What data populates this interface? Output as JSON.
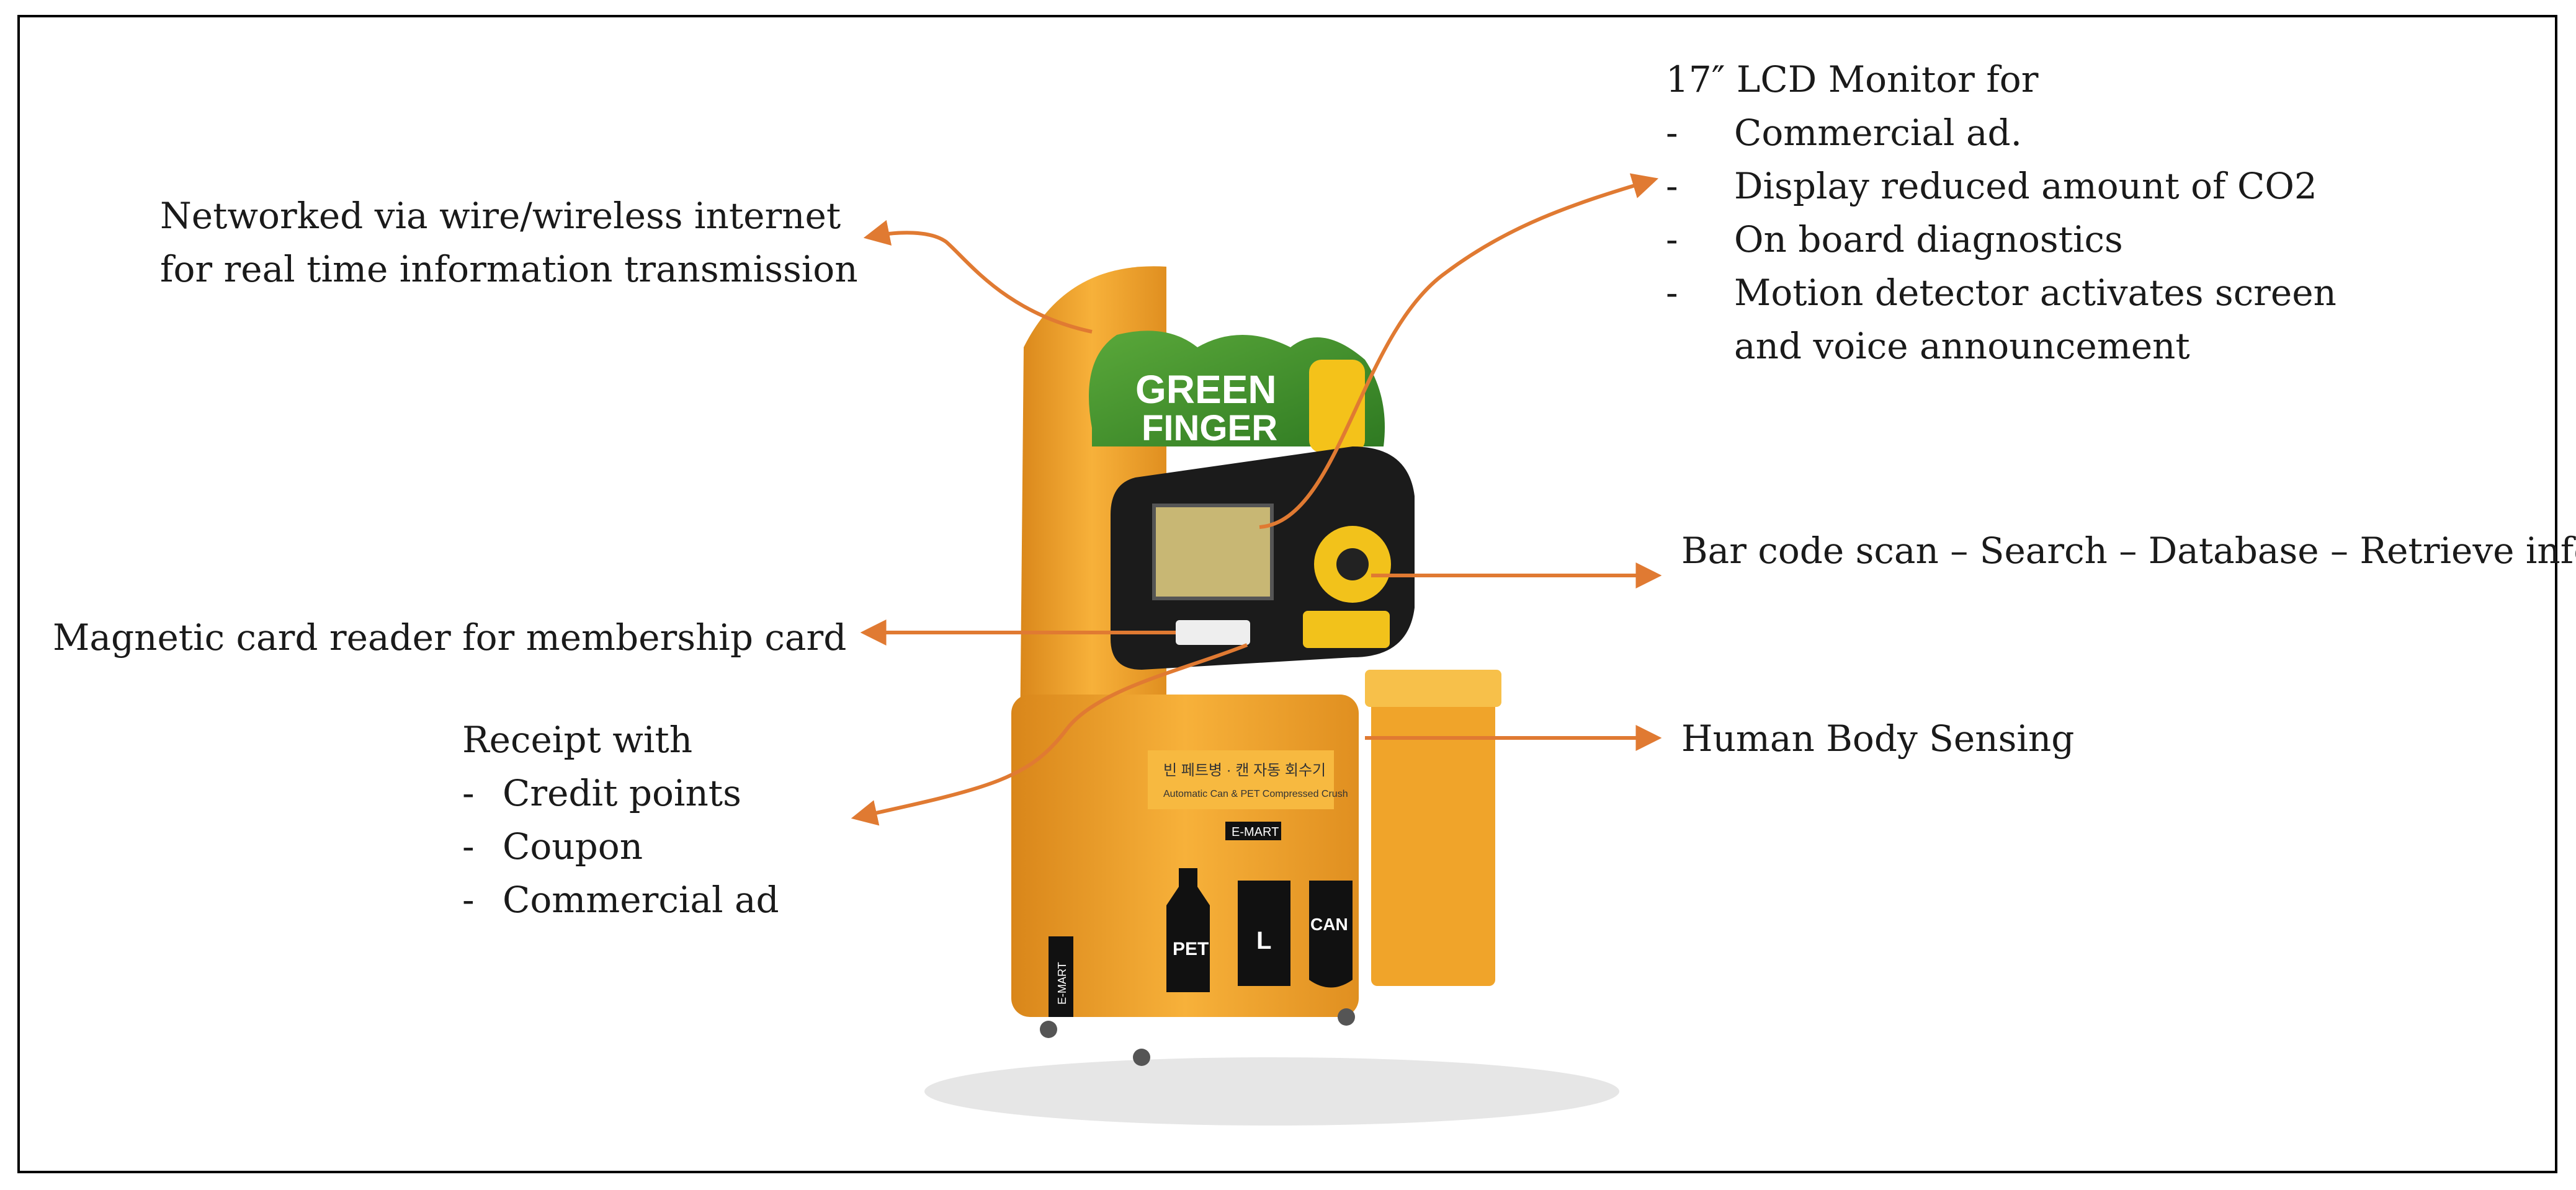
{
  "kiosk": {
    "brand_line1": "GREEN",
    "brand_line2": "FINGER",
    "store_brand": "E-MART",
    "side_logo": "E-MART",
    "slot_pet": "PET",
    "slot_can": "CAN",
    "slot_middle": "L",
    "korean_title": "빈 페트병 · 캔 자동 회수기",
    "sub_title": "Automatic Can & PET Compressed Crush"
  },
  "annotations": {
    "network": {
      "lines": [
        "Networked via wire/wireless internet",
        "for real time information transmission"
      ]
    },
    "monitor": {
      "title": "17″ LCD Monitor for",
      "items": [
        "Commercial ad.",
        "Display reduced amount of CO2",
        "On board diagnostics",
        "Motion detector activates screen",
        "and voice announcement"
      ]
    },
    "barcode": {
      "text": "Bar code scan – Search – Database – Retrieve info"
    },
    "card_reader": {
      "text": "Magnetic card reader for membership card"
    },
    "receipt": {
      "title": "Receipt with",
      "items": [
        "Credit points",
        "Coupon",
        "Commercial ad"
      ]
    },
    "human_sensing": {
      "text": "Human Body Sensing"
    }
  },
  "colors": {
    "arrow": "#e07a32",
    "kiosk_body": "#f5a623",
    "kiosk_dark": "#1b1b1b",
    "sign_green": "#3b8a2a"
  }
}
